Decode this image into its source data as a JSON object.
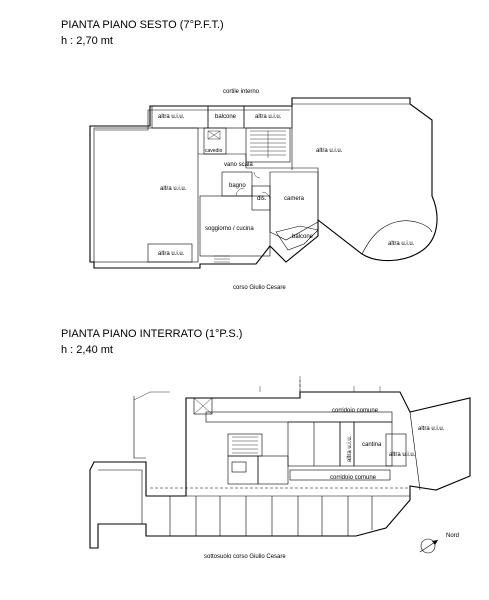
{
  "upper_plan": {
    "title": "PIANTA PIANO SESTO (7°P.F.T.)",
    "height": "h : 2,70 mt",
    "labels": {
      "cortile": "cortile interno",
      "altra_uiu_1": "altra u.i.u.",
      "balcone_top": "balcone",
      "altra_uiu_2": "altra u.i.u.",
      "altra_uiu_right": "altra u.i.u.",
      "cavedio": "cavedio",
      "vano_scala": "vano scala",
      "altra_uiu_left": "altra u.i.u.",
      "bagno": "bagno",
      "dis": "dis.",
      "camera": "camera",
      "soggiorno": "soggiorno / cucina",
      "balcone_bottom": "balcone",
      "altra_uiu_arc": "altra u.i.u.",
      "altra_uiu_bottom": "altra u.i.u.",
      "street": "corso Giulio Cesare"
    }
  },
  "lower_plan": {
    "title": "PIANTA PIANO INTERRATO (1°P.S.)",
    "height": "h : 2,40 mt",
    "labels": {
      "corridoio_top": "corridoio comune",
      "altra_uiu_v": "altra u.i.u.",
      "cantina": "cantina",
      "altra_uiu_small": "altra u.i.u.",
      "altra_uiu_right": "altra u.i.u.",
      "corridoio_mid": "corridoio comune",
      "nord": "Nord",
      "street": "sottosuolo corso Giulio Cesare"
    }
  }
}
